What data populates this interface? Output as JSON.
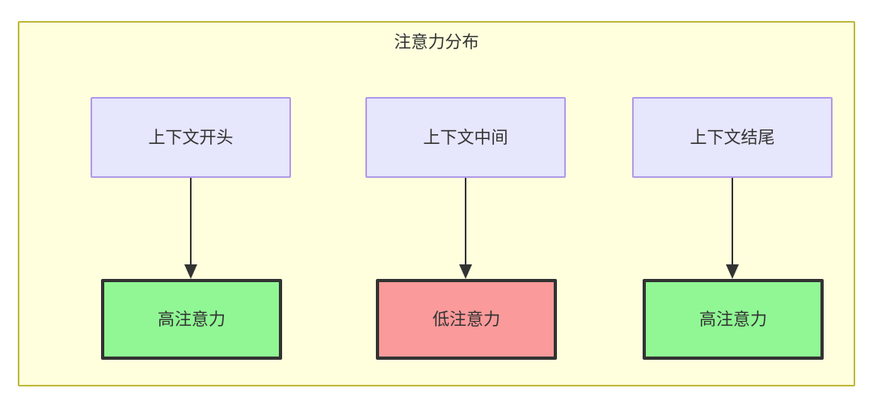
{
  "diagram": {
    "title": "注意力分布",
    "container_fill": "#ffffde",
    "container_border": "#bfb83b",
    "columns": [
      {
        "context_label": "上下文开头",
        "attention_label": "高注意力",
        "attention_level": "high",
        "attention_fill": "#90f794"
      },
      {
        "context_label": "上下文中间",
        "attention_label": "低注意力",
        "attention_level": "low",
        "attention_fill": "#fa9a9a"
      },
      {
        "context_label": "上下文结尾",
        "attention_label": "高注意力",
        "attention_level": "high",
        "attention_fill": "#90f794"
      }
    ],
    "context_node_style": {
      "fill": "#e6e6fd",
      "border": "#b19ae8"
    },
    "attention_node_style": {
      "border": "#333333"
    },
    "edge_style": {
      "color": "#333333",
      "arrowhead": "filled-triangle"
    },
    "text_color": "#333333"
  }
}
